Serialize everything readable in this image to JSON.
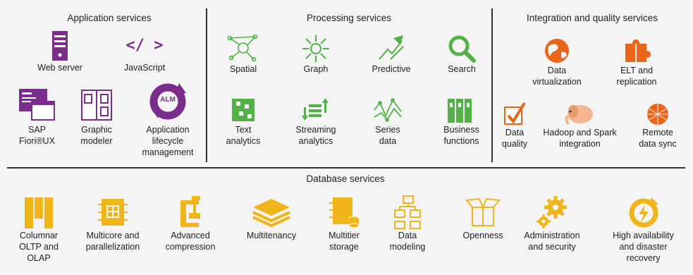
{
  "sections": {
    "application": {
      "title": "Application services",
      "items": {
        "web_server": "Web server",
        "javascript": "JavaScript",
        "fiori": "SAP\nFiori®UX",
        "graphic_modeler": "Graphic\nmodeler",
        "alm": "Application\nlifecycle\nmanagement",
        "alm_badge": "ALM",
        "js_glyph": "</ >"
      }
    },
    "processing": {
      "title": "Processing services",
      "items": {
        "spatial": "Spatial",
        "graph": "Graph",
        "predictive": "Predictive",
        "search": "Search",
        "text_analytics": "Text\nanalytics",
        "streaming": "Streaming\nanalytics",
        "series": "Series\ndata",
        "business": "Business\nfunctions"
      }
    },
    "integration": {
      "title": "Integration and quality services",
      "items": {
        "data_virtualization": "Data\nvirtualization",
        "elt": "ELT and\nreplication",
        "data_quality": "Data\nquality",
        "hadoop": "Hadoop and Spark\nintegration",
        "remote_sync": "Remote\ndata sync"
      }
    },
    "database": {
      "title": "Database services",
      "items": {
        "columnar": "Columnar\nOLTP and\nOLAP",
        "multicore": "Multicore and\nparallelization",
        "compression": "Advanced\ncompression",
        "multitenancy": "Multitenancy",
        "multitier": "Multitier\nstorage",
        "data_modeling": "Data\nmodeling",
        "openness": "Openness",
        "admin": "Administration\nand security",
        "ha": "High availability\nand disaster\nrecovery"
      }
    }
  },
  "colors": {
    "purple": "#7b2d8b",
    "green": "#55b04a",
    "orange": "#e8651a",
    "yellow": "#f1b51c",
    "line": "#333333"
  }
}
